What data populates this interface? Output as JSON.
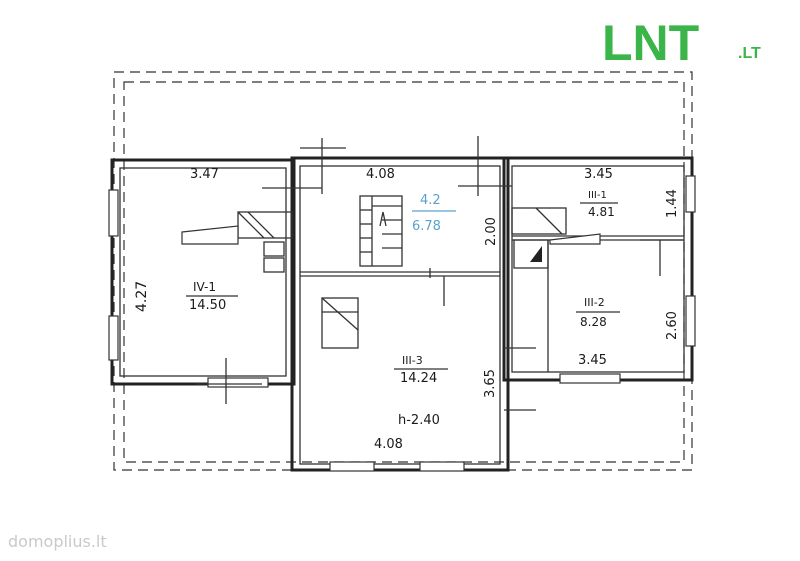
{
  "logo": {
    "brand": "LNT",
    "tld": ".LT"
  },
  "watermark": "domoplius.lt",
  "rooms": {
    "west": {
      "id": "IV-1",
      "area": "14.50",
      "width": "3.47",
      "depth": "4.27"
    },
    "hall": {
      "width": "4.08",
      "id": "4.2",
      "area": "6.78",
      "depth": "2.00"
    },
    "northeast": {
      "id": "III-1",
      "area": "4.81",
      "width": "3.45",
      "depth": "1.44"
    },
    "east": {
      "id": "III-2",
      "area": "8.28",
      "width": "3.45",
      "depth": "2.60"
    },
    "center": {
      "id": "III-3",
      "area": "14.24",
      "width": "4.08",
      "depth": "3.65",
      "height": "h-2.40"
    }
  },
  "colors": {
    "logo_green": "#3bb54a",
    "ink": "#222222",
    "pencil_blue": "#5aa3c8"
  }
}
